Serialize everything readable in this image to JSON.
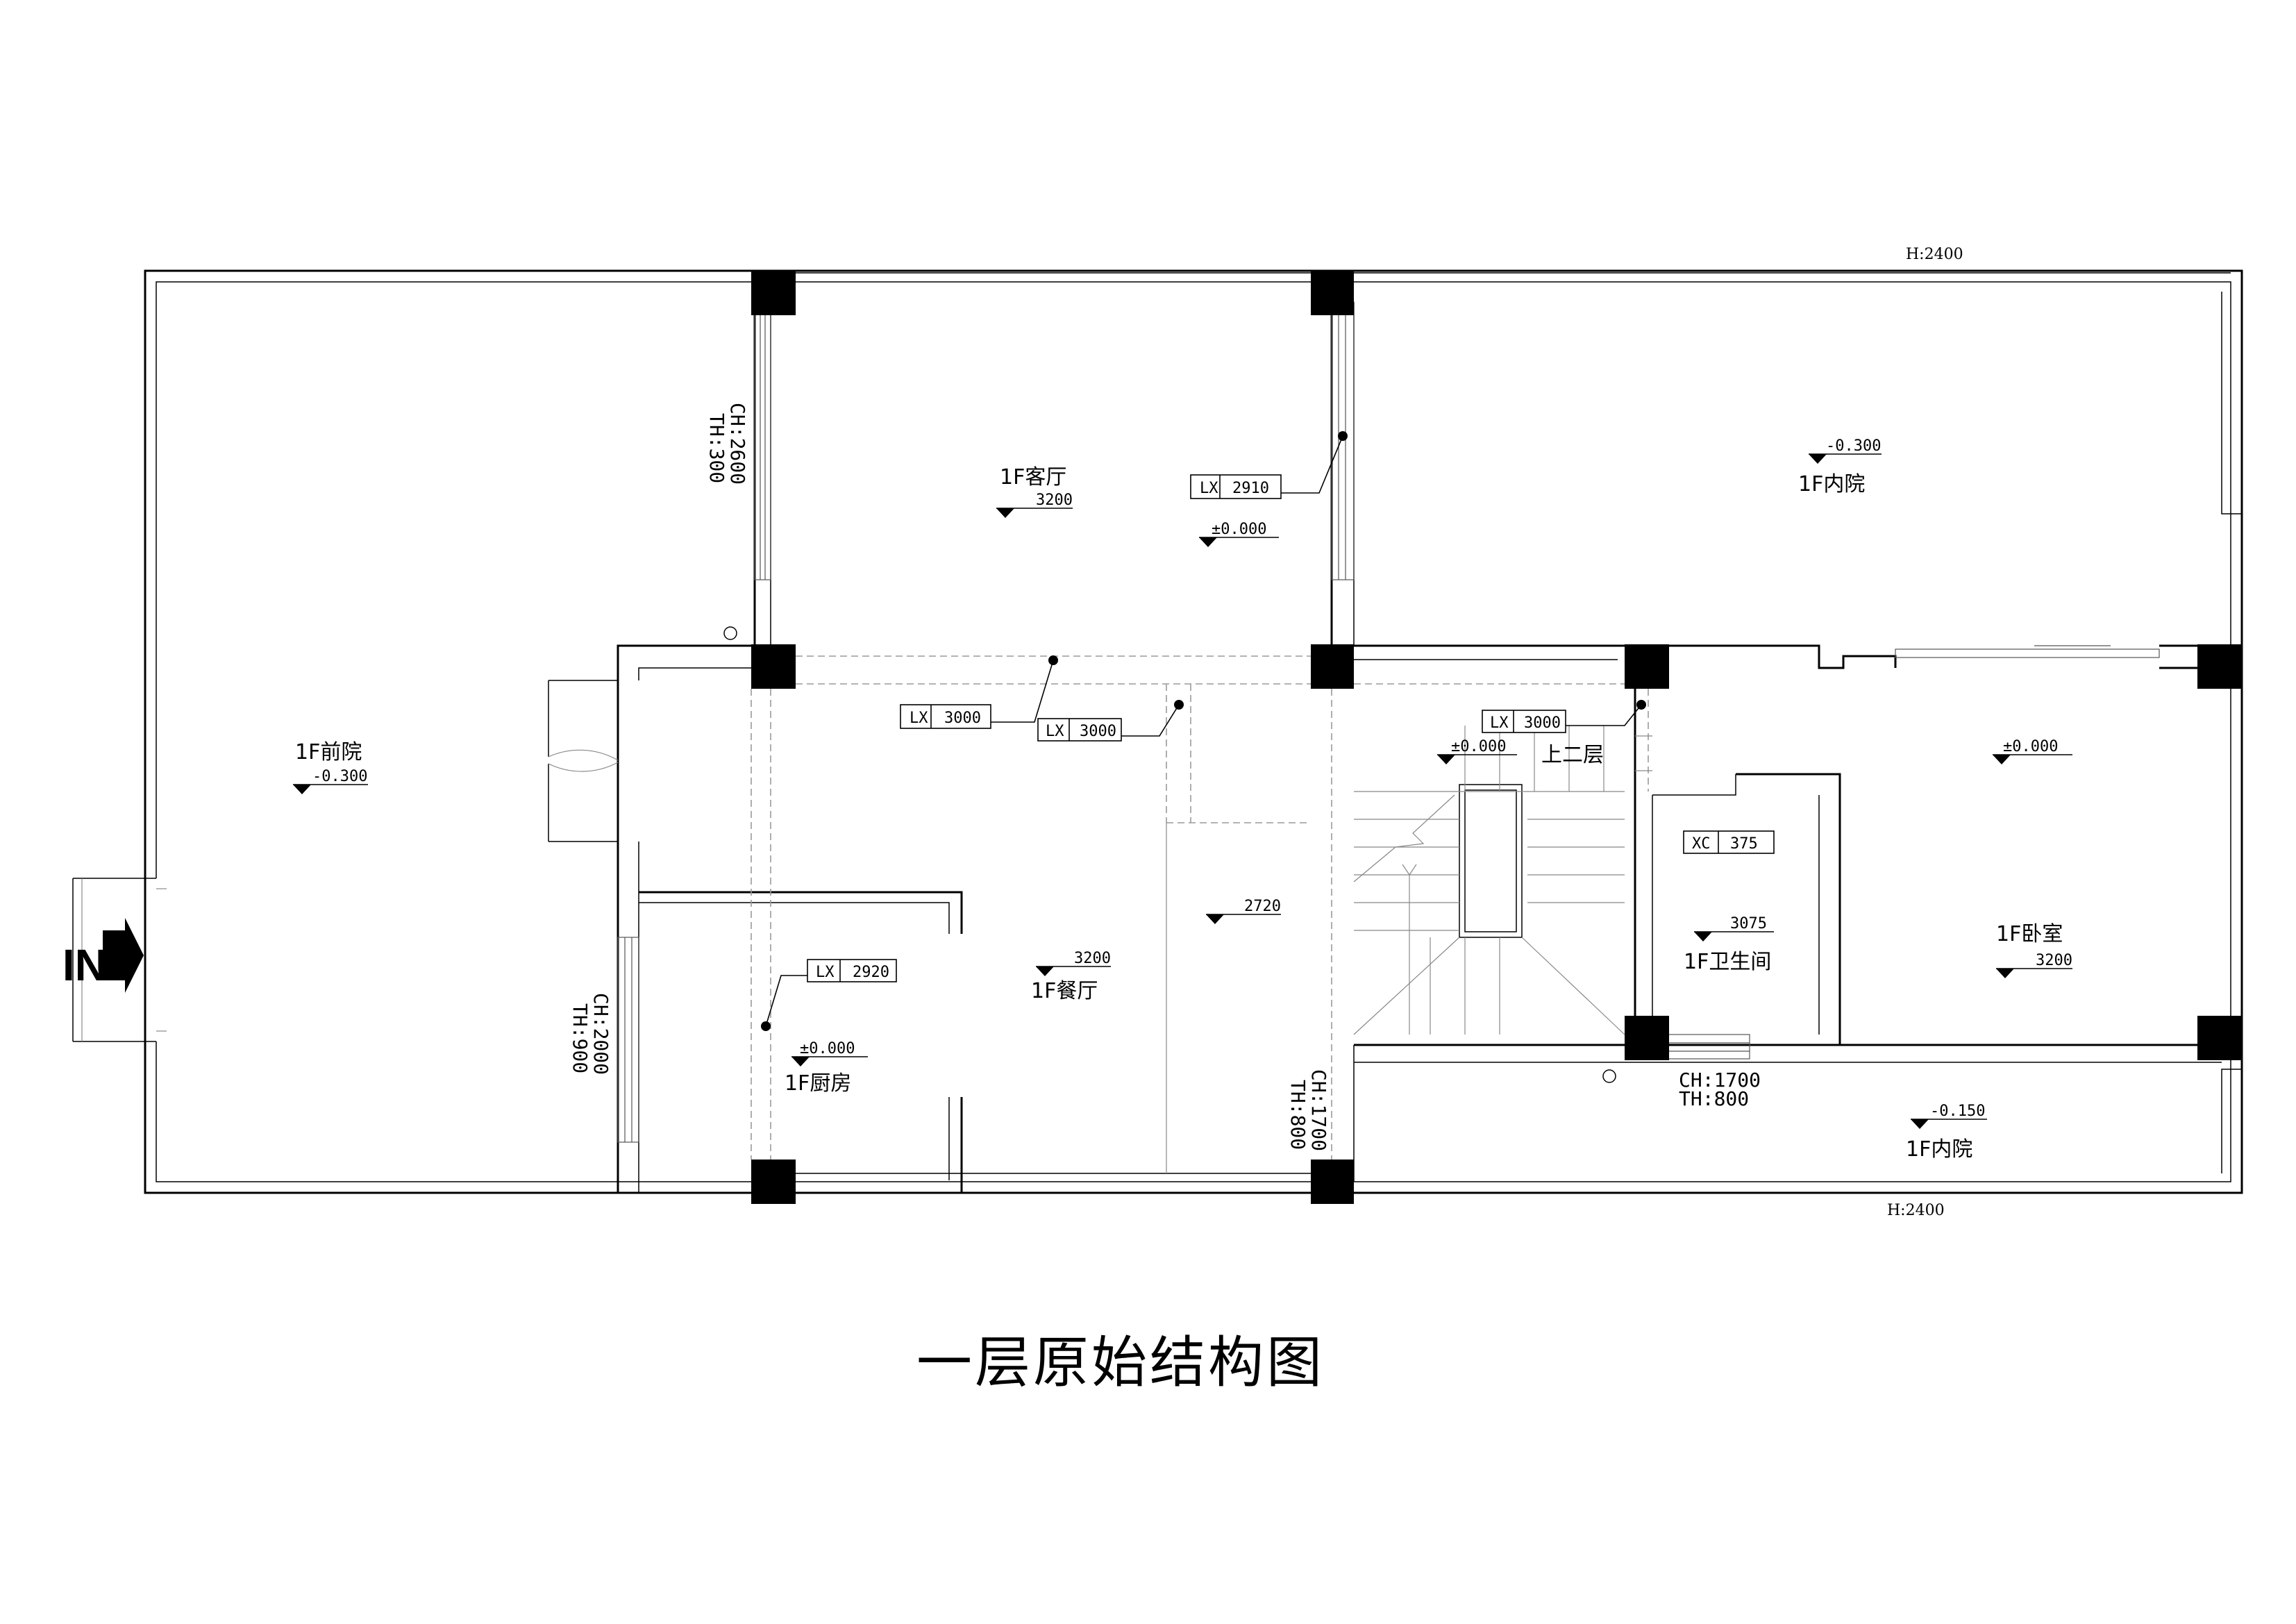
{
  "title": "一层原始结构图",
  "entrance_label": "IN",
  "rooms": {
    "front_yard": "1F前院",
    "living": "1F客厅",
    "inner_court_top": "1F内院",
    "dining": "1F餐厅",
    "kitchen": "1F厨房",
    "bathroom": "1F卫生间",
    "bedroom": "1F卧室",
    "inner_court_bottom": "1F内院",
    "stair_up": "上二层"
  },
  "levels": {
    "front_yard": "-0.300",
    "living": "3200",
    "living_floor": "±0.000",
    "inner_court_top": "-0.300",
    "dining": "3200",
    "dining_mid": "2720",
    "kitchen": "±0.000",
    "stair": "±0.000",
    "bathroom": "3075",
    "bedroom_floor": "±0.000",
    "bedroom_ceiling": "3200",
    "inner_court_bottom": "-0.150"
  },
  "beam_tags": [
    {
      "code": "LX",
      "value": "2910"
    },
    {
      "code": "LX",
      "value": "3000"
    },
    {
      "code": "LX",
      "value": "3000"
    },
    {
      "code": "LX",
      "value": "3000"
    },
    {
      "code": "LX",
      "value": "2920"
    },
    {
      "code": "XC",
      "value": "375"
    }
  ],
  "window_notes": {
    "w1_ch": "CH:2600",
    "w1_th": "TH:300",
    "w2_ch": "CH:2000",
    "w2_th": "TH:900",
    "w3_ch": "CH:1700",
    "w3_th": "TH:800",
    "w4_ch": "CH:1700",
    "w4_th": "TH:800"
  },
  "height_top": "H:2400",
  "height_bottom": "H:2400"
}
